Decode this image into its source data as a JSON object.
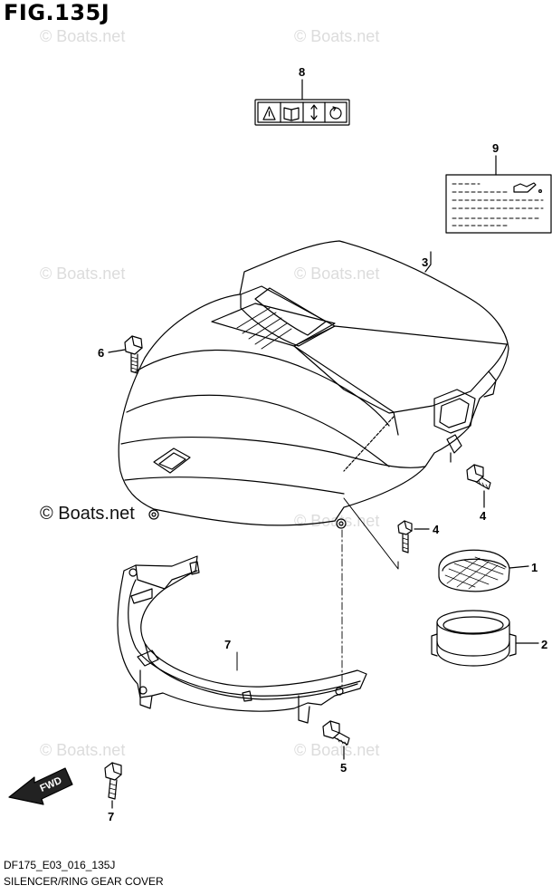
{
  "figure_title": "FIG.135J",
  "diagram_code": "DF175_E03_016_135J",
  "caption": "SILENCER/RING GEAR COVER",
  "watermark_light": "© Boats.net",
  "watermark_dark": "© Boats.net",
  "fwd_label": "FWD",
  "callouts": [
    "1",
    "2",
    "3",
    "4",
    "4",
    "5",
    "6",
    "7",
    "7",
    "8",
    "9"
  ],
  "colors": {
    "line": "#000000",
    "watermark": "#dcdcdc",
    "fill": "#ffffff"
  }
}
